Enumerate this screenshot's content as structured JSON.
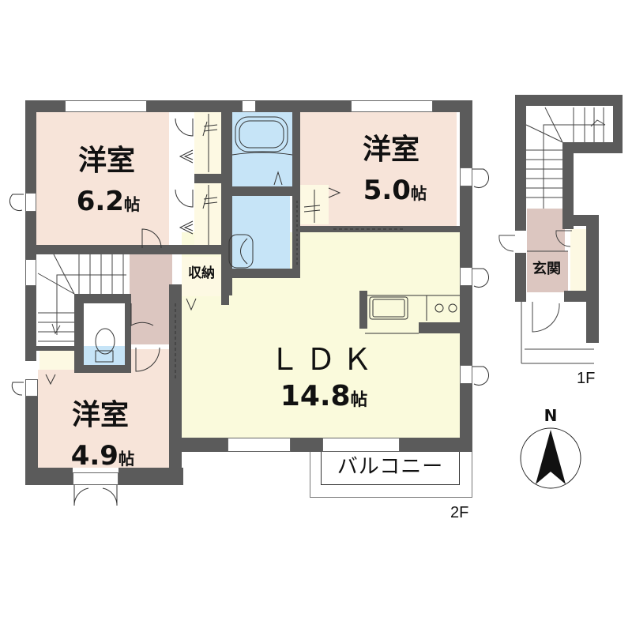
{
  "floor_plan": {
    "floors": {
      "second": {
        "label": "2F"
      },
      "first": {
        "label": "1F"
      }
    },
    "rooms": [
      {
        "id": "western-room-1",
        "name": "洋室",
        "area": "6.2",
        "unit": "帖",
        "color": "#f7e4d9"
      },
      {
        "id": "western-room-2",
        "name": "洋室",
        "area": "5.0",
        "unit": "帖",
        "color": "#f7e4d9"
      },
      {
        "id": "western-room-3",
        "name": "洋室",
        "area": "4.9",
        "unit": "帖",
        "color": "#f7e4d9"
      },
      {
        "id": "ldk",
        "name": "ＬＤＫ",
        "area": "14.8",
        "unit": "帖",
        "color": "#fafadc"
      },
      {
        "id": "storage",
        "name": "収納",
        "color": "#fdf9e3"
      },
      {
        "id": "balcony",
        "name": "バルコニー",
        "color": "#ffffff"
      },
      {
        "id": "entrance",
        "name": "玄関",
        "color": "#dcc6c0"
      }
    ],
    "compass": {
      "label": "N"
    },
    "colors": {
      "wall": "#5b5b5b",
      "western_room": "#f7e4d9",
      "ldk": "#fafadc",
      "wet_area": "#c6e4f7",
      "hallway": "#dcc6c0",
      "closet": "#fdf9e3"
    }
  }
}
